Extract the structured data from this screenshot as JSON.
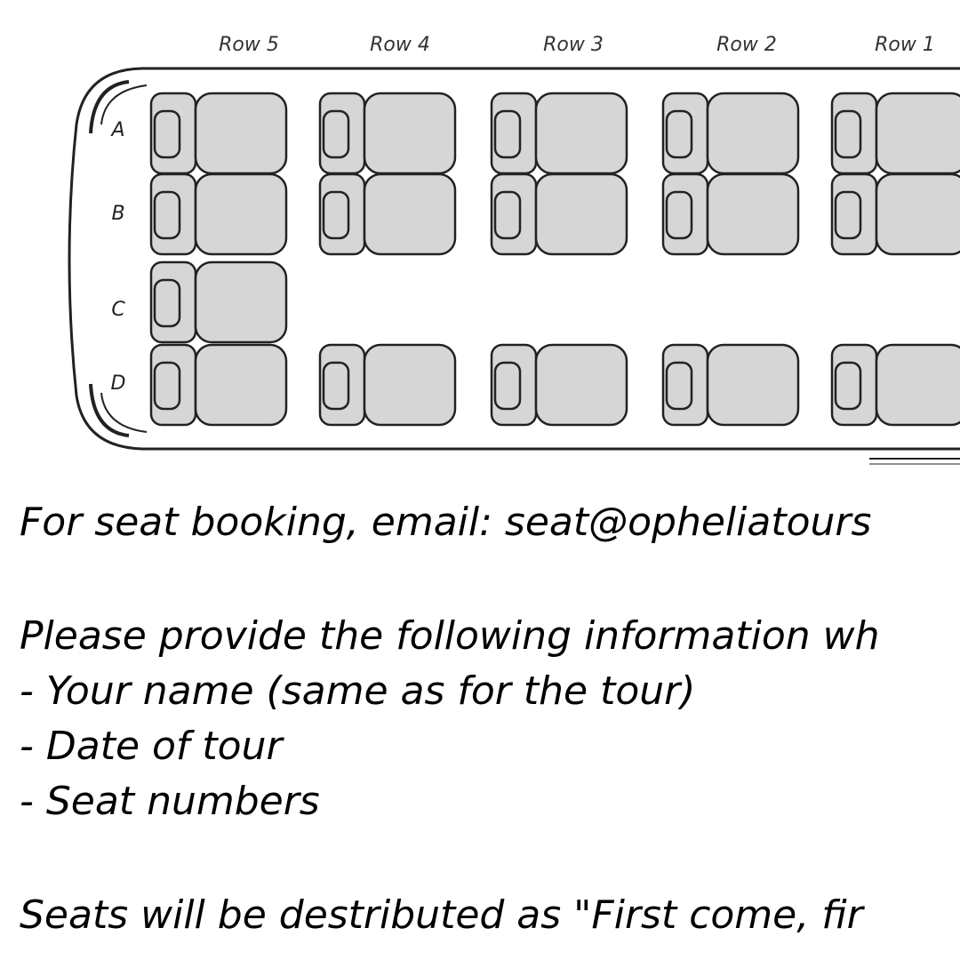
{
  "seat_map": {
    "row_labels": [
      "Row 5",
      "Row 4",
      "Row 3",
      "Row 2",
      "Row 1"
    ],
    "seat_letters": [
      "A",
      "B",
      "C",
      "D"
    ],
    "colors": {
      "seat_fill": "#d6d6d6",
      "outline": "#222222",
      "background": "#ffffff"
    }
  },
  "info": {
    "booking_line": "For seat booking, email: seat@opheliatours",
    "provide_line": "Please provide the following information wh",
    "items": [
      "- Your name (same as for the tour)",
      "- Date of tour",
      "- Seat numbers"
    ],
    "distribution_line": "Seats will be destributed as \"First come, fir"
  }
}
